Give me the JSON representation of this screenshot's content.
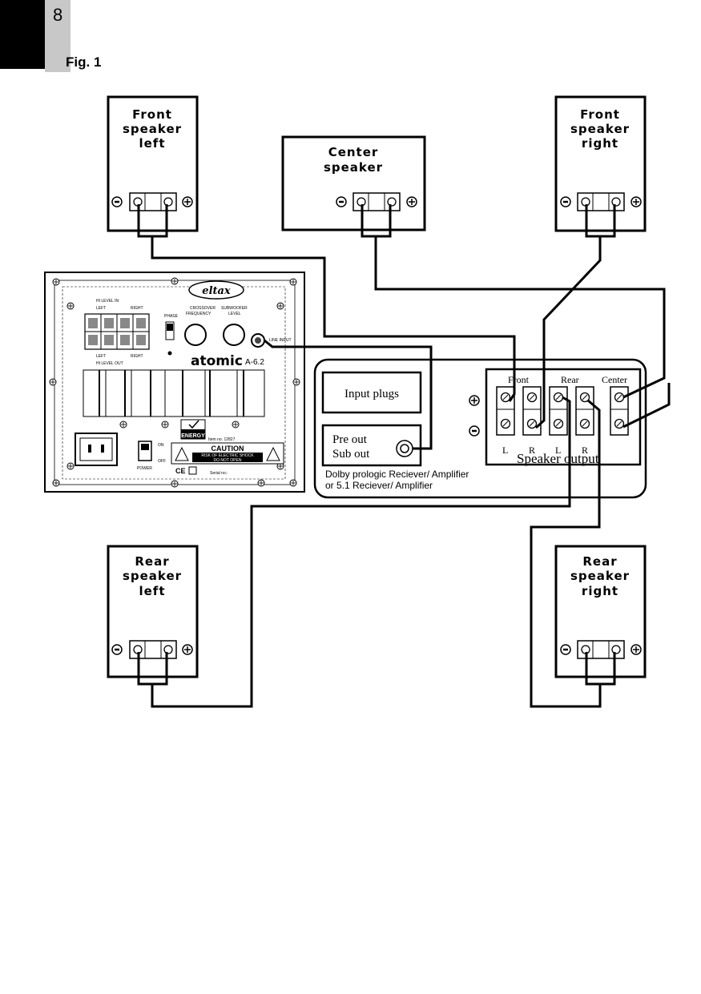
{
  "page": {
    "number": "8",
    "figure_label": "Fig. 1"
  },
  "speakers": {
    "front_left": {
      "line1": "Front",
      "line2": "speaker",
      "line3": "left"
    },
    "center": {
      "line1": "Center",
      "line2": "speaker"
    },
    "front_right": {
      "line1": "Front",
      "line2": "speaker",
      "line3": "right"
    },
    "rear_left": {
      "line1": "Rear",
      "line2": "speaker",
      "line3": "left"
    },
    "rear_right": {
      "line1": "Rear",
      "line2": "speaker",
      "line3": "right"
    }
  },
  "subwoofer": {
    "brand": "eltax",
    "model": "atomic",
    "model_number": "A-6.2",
    "hi_level_in": "HI LEVEL IN",
    "hi_level_out": "HI LEVEL OUT",
    "left": "LEFT",
    "right": "RIGHT",
    "phase": "PHASE",
    "crossover": "CROSSOVER",
    "frequency": "FREQUENCY",
    "subwoofer": "SUBWOOFER",
    "level": "LEVEL",
    "line_input": "LINE INPUT",
    "energy": "ENERGY",
    "item_no": "Item no. 12827",
    "caution": "CAUTION",
    "caution_sub1": "RISK OF ELECTRIC SHOCK",
    "caution_sub2": "DO NOT OPEN",
    "serial": "Serial no.:",
    "power": "POWER",
    "on": "ON",
    "off": "OFF",
    "ce": "CE"
  },
  "receiver": {
    "input_plugs": "Input plugs",
    "pre_out": "Pre out",
    "sub_out": "Sub out",
    "desc_line1": "Dolby prologic Reciever/ Amplifier",
    "desc_line2": "or 5.1 Reciever/ Amplifier",
    "col_front": "Front",
    "col_rear": "Rear",
    "col_center": "Center",
    "l1": "L",
    "r1": "R",
    "l2": "L",
    "r2": "R",
    "speaker_output": "Speaker output"
  }
}
